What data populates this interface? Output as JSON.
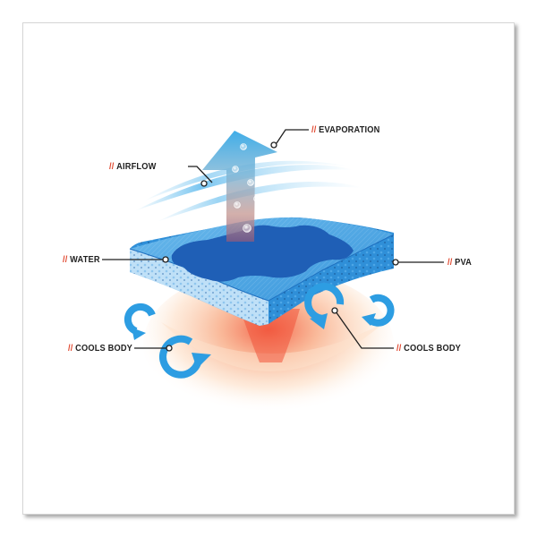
{
  "diagram": {
    "labels": {
      "evaporation": {
        "prefix": "//",
        "text": "EVAPORATION"
      },
      "airflow": {
        "prefix": "//",
        "text": "AIRFLOW"
      },
      "water": {
        "prefix": "//",
        "text": "WATER"
      },
      "pva": {
        "prefix": "//",
        "text": "PVA"
      },
      "cools_body_left": {
        "prefix": "//",
        "text": "COOLS BODY"
      },
      "cools_body_right": {
        "prefix": "//",
        "text": "COOLS BODY"
      }
    },
    "colors": {
      "accent_slash": "#e0452c",
      "pad_top": "#4aa8e6",
      "pad_side_light": "#b9dcf6",
      "pad_side_dark": "#2f8fd8",
      "water": "#1e5fb8",
      "arrow": "#36a9e6",
      "heat": "#f26a4a",
      "leader_line": "#1f1f1f"
    }
  }
}
